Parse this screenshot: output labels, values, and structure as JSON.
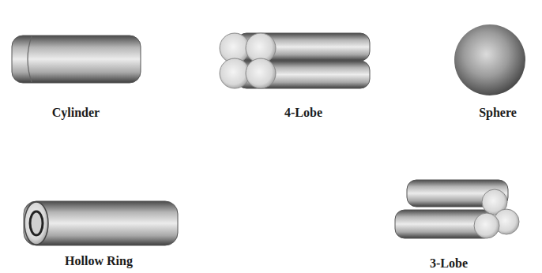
{
  "diagram": {
    "labels": [
      "Cylinder",
      "4-Lobe",
      "Sphere",
      "Hollow Ring",
      "3-Lobe"
    ]
  }
}
